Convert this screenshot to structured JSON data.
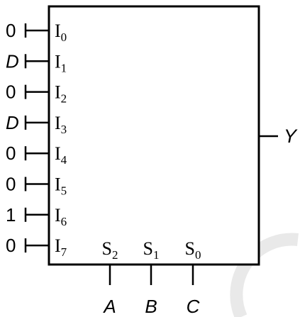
{
  "inputs": [
    {
      "value": "0",
      "italic": false,
      "name": "I",
      "sub": "0"
    },
    {
      "value": "D",
      "italic": true,
      "name": "I",
      "sub": "1"
    },
    {
      "value": "0",
      "italic": false,
      "name": "I",
      "sub": "2"
    },
    {
      "value": "D",
      "italic": true,
      "name": "I",
      "sub": "3"
    },
    {
      "value": "0",
      "italic": false,
      "name": "I",
      "sub": "4"
    },
    {
      "value": "0",
      "italic": false,
      "name": "I",
      "sub": "5"
    },
    {
      "value": "1",
      "italic": false,
      "name": "I",
      "sub": "6"
    },
    {
      "value": "0",
      "italic": false,
      "name": "I",
      "sub": "7"
    }
  ],
  "selects": [
    {
      "name": "S",
      "sub": "2",
      "signal": "A"
    },
    {
      "name": "S",
      "sub": "1",
      "signal": "B"
    },
    {
      "name": "S",
      "sub": "0",
      "signal": "C"
    }
  ],
  "output": {
    "label": "Y"
  }
}
